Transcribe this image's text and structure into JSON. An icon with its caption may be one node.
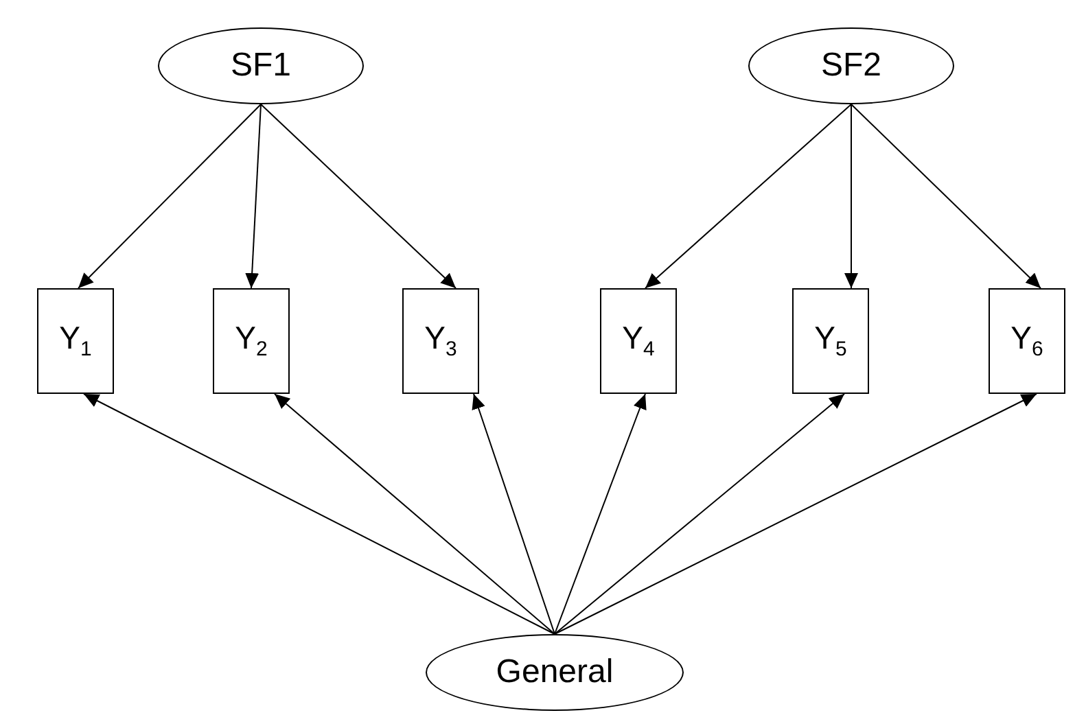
{
  "diagram": {
    "nodes": [
      {
        "text": [
          "SF1"
        ]
      },
      {
        "text": [
          "SF2"
        ]
      },
      {
        "text": [
          "Y$_{1}$"
        ]
      },
      {
        "text": [
          "Y$_{2}$"
        ]
      },
      {
        "text": [
          "Y$_{3}$"
        ]
      },
      {
        "text": [
          "Y$_{4}$"
        ]
      },
      {
        "text": [
          "Y$_{5}$"
        ]
      },
      {
        "text": [
          "Y$_{6}$"
        ]
      },
      {
        "text": [
          "General"
        ]
      }
    ],
    "edges": [
      {
        "from": 0,
        "to": 2,
        "arrow": "to"
      },
      {
        "from": 0,
        "to": 3,
        "arrow": "to"
      },
      {
        "from": 0,
        "to": 4,
        "arrow": "to"
      },
      {
        "from": 1,
        "to": 5,
        "arrow": "to"
      },
      {
        "from": 1,
        "to": 6,
        "arrow": "to"
      },
      {
        "from": 1,
        "to": 7,
        "arrow": "to"
      },
      {
        "from": 8,
        "to": 2,
        "arrow": "to"
      },
      {
        "from": 8,
        "to": 3,
        "arrow": "to"
      },
      {
        "from": 8,
        "to": 4,
        "arrow": "to"
      },
      {
        "from": 8,
        "to": 5,
        "arrow": "to"
      },
      {
        "from": 8,
        "to": 6,
        "arrow": "to"
      },
      {
        "from": 8,
        "to": 7,
        "arrow": "to"
      }
    ]
  }
}
